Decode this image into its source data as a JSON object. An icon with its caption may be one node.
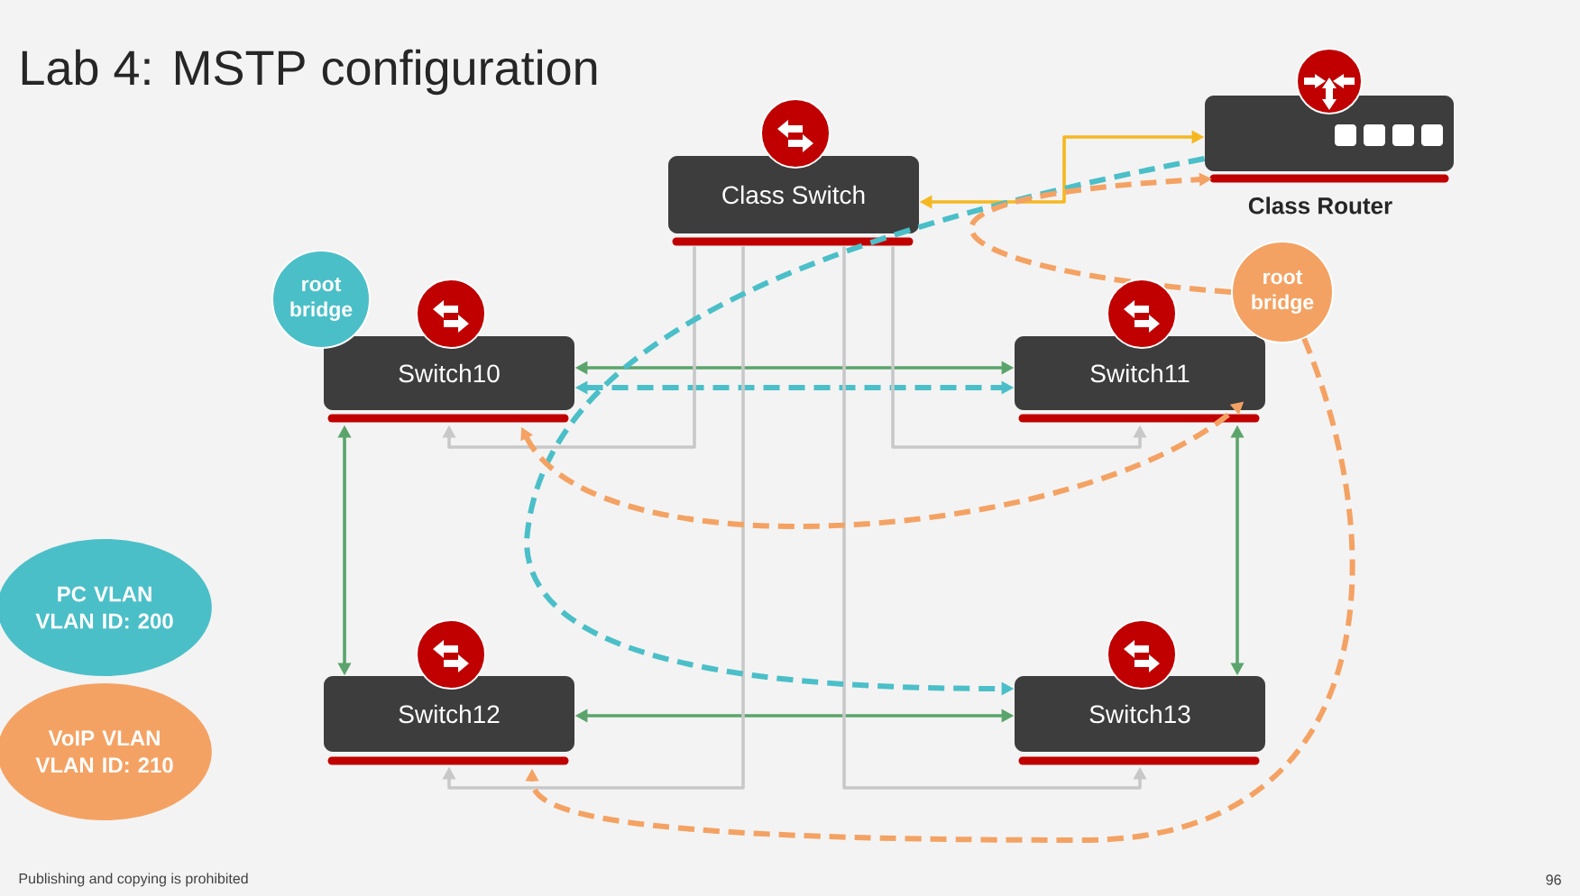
{
  "diagram": {
    "title": "Lab 4: MSTP configuration",
    "nodes": [
      {
        "text": [
          "Class Switch"
        ]
      },
      {
        "text": [
          "Class Router"
        ]
      },
      {
        "text": [
          "Switch10"
        ]
      },
      {
        "text": [
          "Switch11"
        ]
      },
      {
        "text": [
          "Switch12"
        ]
      },
      {
        "text": [
          "Switch13"
        ]
      },
      {
        "text": [
          "root bridge"
        ]
      },
      {
        "text": [
          "root bridge"
        ]
      }
    ],
    "edges": [
      {
        "from": 0,
        "to": 1,
        "arrow": "both",
        "color": "#f5b820"
      },
      {
        "from": 2,
        "to": 3,
        "arrow": "both"
      },
      {
        "from": 2,
        "to": 3,
        "arrow": "both",
        "style": "dashed",
        "color": "#4bbfc8"
      },
      {
        "from": 2,
        "to": 4,
        "arrow": "both"
      },
      {
        "from": 3,
        "to": 5,
        "arrow": "both"
      },
      {
        "from": 4,
        "to": 5,
        "arrow": "both"
      },
      {
        "from": 0,
        "to": 2,
        "arrow": "to",
        "color": "#c8c8c8"
      },
      {
        "from": 0,
        "to": 3,
        "arrow": "to",
        "color": "#c8c8c8"
      },
      {
        "from": 0,
        "to": 4,
        "arrow": "to",
        "color": "#c8c8c8"
      },
      {
        "from": 0,
        "to": 5,
        "arrow": "to",
        "color": "#c8c8c8"
      },
      {
        "from": 1,
        "to": 5,
        "arrow": "to",
        "style": "dashed",
        "color": "#4bbfc8"
      },
      {
        "from": 7,
        "to": 1,
        "arrow": "to",
        "style": "dashed",
        "color": "#f4a263"
      },
      {
        "from": 2,
        "to": 3,
        "arrow": "both",
        "style": "dashed",
        "color": "#f4a263"
      },
      {
        "from": 7,
        "to": 4,
        "arrow": "to",
        "style": "dashed",
        "color": "#f4a263"
      }
    ],
    "labels": [
      "Publishing and copying is prohibited",
      "96"
    ],
    "legend": [
      {
        "text": "PC VLAN VLAN ID: 200",
        "color": "#4bbfc8"
      },
      {
        "text": "VoIP VLAN VLAN ID: 210",
        "color": "#f4a263"
      }
    ]
  }
}
